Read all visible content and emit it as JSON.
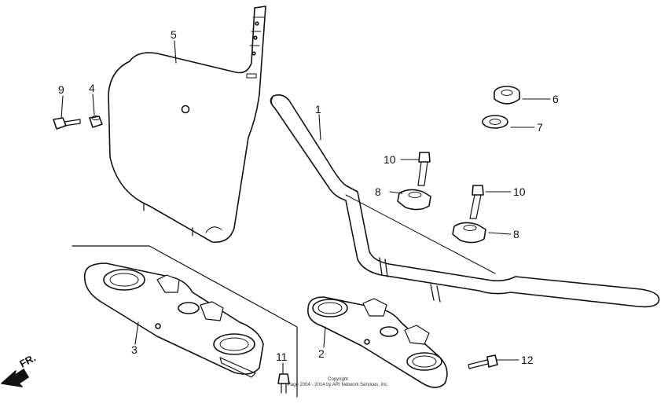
{
  "callouts": {
    "c1": "1",
    "c2": "2",
    "c3": "3",
    "c4": "4",
    "c5": "5",
    "c6": "6",
    "c7": "7",
    "c8a": "8",
    "c8b": "8",
    "c9": "9",
    "c10a": "10",
    "c10b": "10",
    "c11": "11",
    "c12": "12"
  },
  "direction_label": "FR.",
  "copyright": {
    "line1": "Copyright",
    "line2": "Page 2004 - 2014 by ARI Network Services, Inc."
  },
  "colors": {
    "ink": "#111111",
    "paper": "#ffffff"
  }
}
